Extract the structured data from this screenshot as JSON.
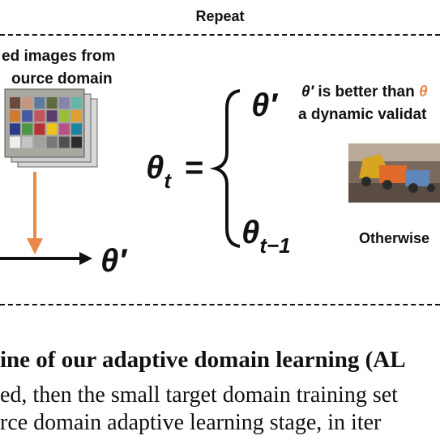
{
  "figure": {
    "loop_label": "Repeat",
    "source_label_line1": "ed images from",
    "source_label_line2": "ource domain",
    "lhs": "θ",
    "lhs_sub": "t",
    "equals": "=",
    "case1_var": "θ′",
    "case1_cond_line1_var": "θ′",
    "case1_cond_line1_text": " is better than ",
    "case1_cond_line1_cut": "θ",
    "case1_cond_line2": "a dynamic validat",
    "case2_var": "θ",
    "case2_sub": "t−1",
    "case2_cond": "Otherwise",
    "output_var": "θ′",
    "colors": {
      "arrow_orange": "#e8894a",
      "text": "#111111"
    }
  },
  "caption": {
    "title": "ine of our adaptive domain learning (AL",
    "line2": "ed, then the small target domain training set",
    "line3": "rce domain adaptive learning stage, in iter"
  }
}
